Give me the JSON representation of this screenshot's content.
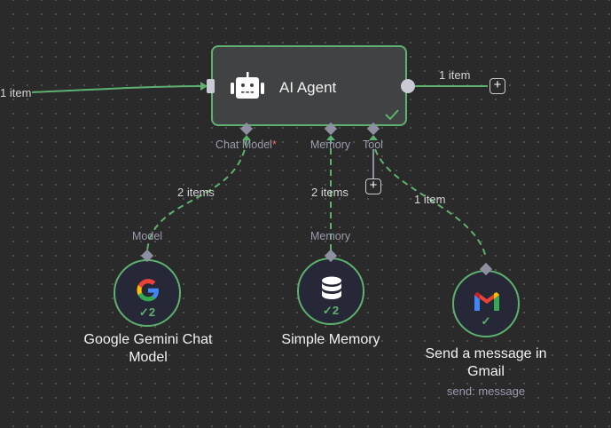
{
  "canvas": {
    "background": "#2a2a2a",
    "accent": "#5eb06e"
  },
  "connections": {
    "input_edge_label": "1 item",
    "output_edge_label": "1 item",
    "chat_model_edge_label": "2 items",
    "memory_edge_label": "2 items",
    "tool_edge_label": "1 item"
  },
  "agent_node": {
    "title": "AI Agent",
    "icon": "robot-icon",
    "status": "success",
    "ports": {
      "chat_model": "Chat Model",
      "chat_model_required": "*",
      "memory": "Memory",
      "tool": "Tool"
    }
  },
  "sub_nodes": [
    {
      "name": "Google Gemini Chat Model",
      "name_line1": "Google Gemini Chat",
      "name_line2": "Model",
      "port_label": "Model",
      "icon": "google-icon",
      "run_count": "2"
    },
    {
      "name": "Simple Memory",
      "port_label": "Memory",
      "icon": "database-icon",
      "run_count": "2"
    },
    {
      "name": "Send a message in Gmail",
      "name_line1": "Send a message in",
      "name_line2": "Gmail",
      "subtitle": "send: message",
      "icon": "gmail-icon",
      "run_count": ""
    }
  ]
}
